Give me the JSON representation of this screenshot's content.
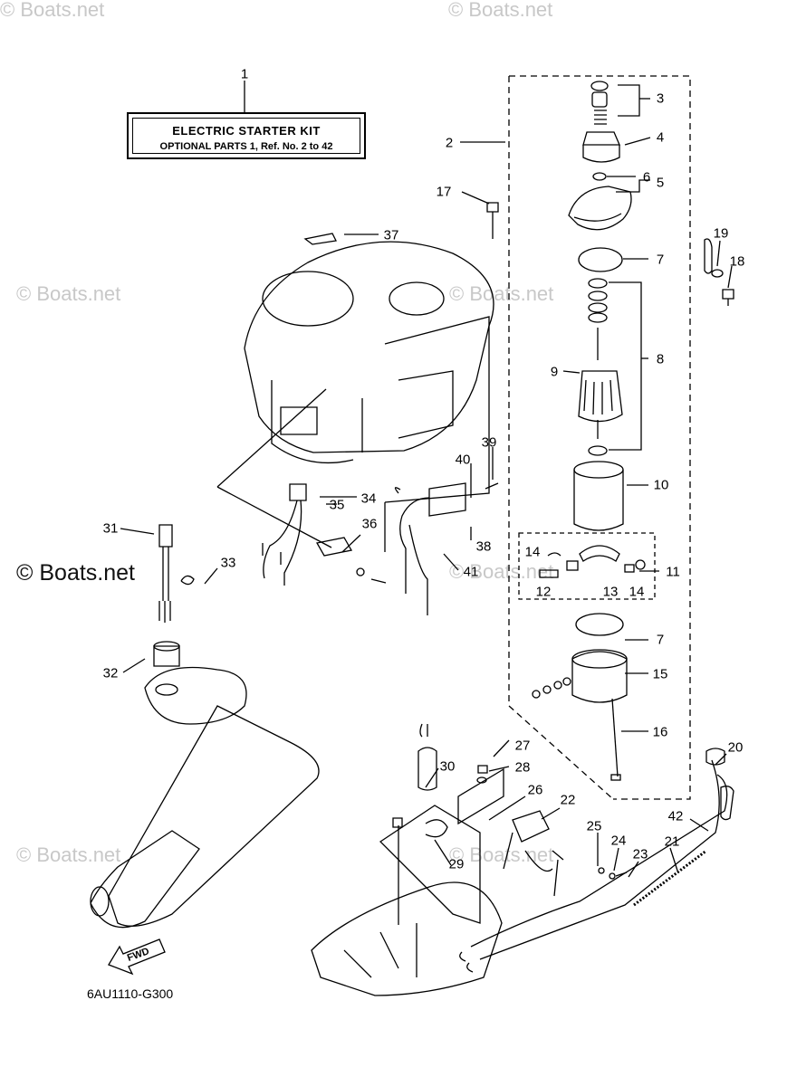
{
  "watermarks": {
    "top_left": "© Boats.net",
    "top_center": "© Boats.net",
    "mid_left": "© Boats.net",
    "mid_center": "© Boats.net",
    "prominent": "© Boats.net",
    "mid_center_2": "© Boats.net",
    "bottom_left": "© Boats.net",
    "bottom_center": "© Boats.net"
  },
  "kit_box": {
    "title": "ELECTRIC STARTER KIT",
    "subtitle": "OPTIONAL PARTS 1, Ref. No. 2 to 42"
  },
  "fwd_label": "FWD",
  "diagram_code": "6AU1110-G300",
  "callouts": {
    "c1": "1",
    "c2": "2",
    "c3": "3",
    "c4": "4",
    "c5": "5",
    "c6": "6",
    "c7a": "7",
    "c7b": "7",
    "c8": "8",
    "c9": "9",
    "c10": "10",
    "c11": "11",
    "c12": "12",
    "c13": "13",
    "c14a": "14",
    "c14b": "14",
    "c15": "15",
    "c16": "16",
    "c17": "17",
    "c18": "18",
    "c19": "19",
    "c20": "20",
    "c21": "21",
    "c22": "22",
    "c23": "23",
    "c24": "24",
    "c25": "25",
    "c26": "26",
    "c27": "27",
    "c28": "28",
    "c29": "29",
    "c30": "30",
    "c31": "31",
    "c32": "32",
    "c33": "33",
    "c34": "34",
    "c35": "35",
    "c36": "36",
    "c37": "37",
    "c38": "38",
    "c39": "39",
    "c40": "40",
    "c41": "41",
    "c42": "42"
  }
}
